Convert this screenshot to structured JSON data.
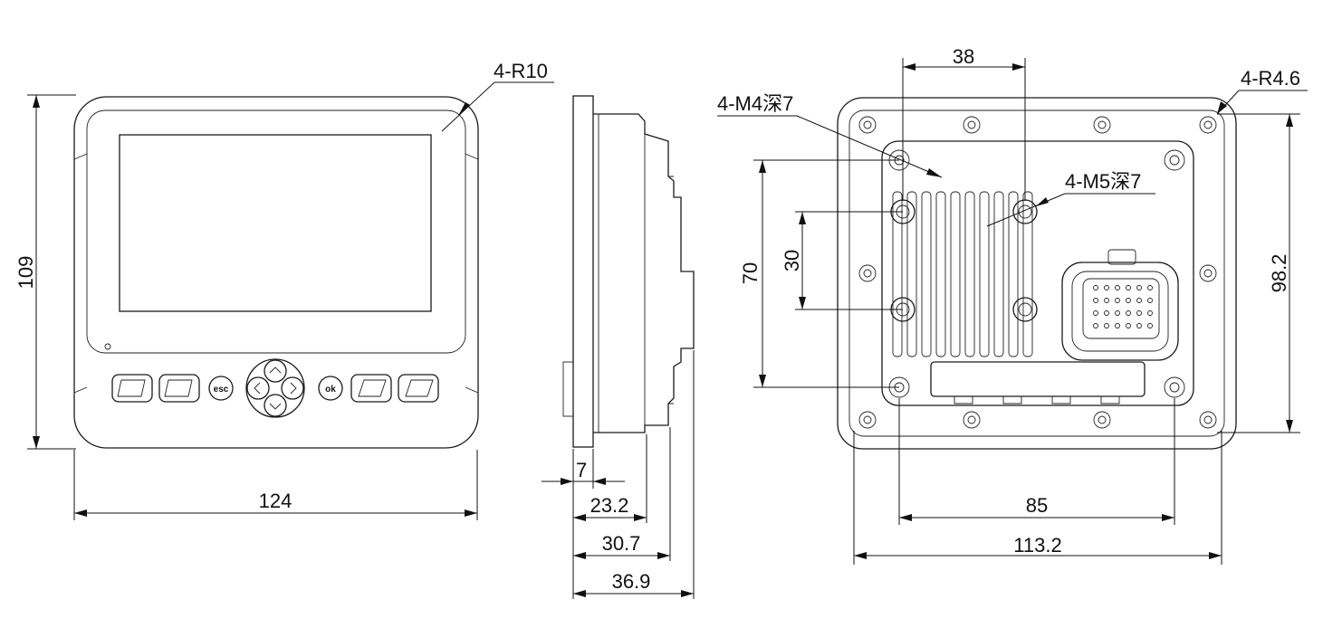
{
  "front_view": {
    "width_label": "124",
    "height_label": "109",
    "corner_label": "4-R10",
    "esc_key": "esc",
    "ok_key": "ok"
  },
  "side_view": {
    "dim_7": "7",
    "dim_23_2": "23.2",
    "dim_30_7": "30.7",
    "dim_36_9": "36.9"
  },
  "rear_view": {
    "top_spacing": "38",
    "m4_label": "4-M4深7",
    "m5_label": "4-M5深7",
    "corner_label": "4-R4.6",
    "left_height": "70",
    "hole_spacing": "30",
    "right_height": "98.2",
    "bottom_spacing": "85",
    "overall_width": "113.2"
  }
}
